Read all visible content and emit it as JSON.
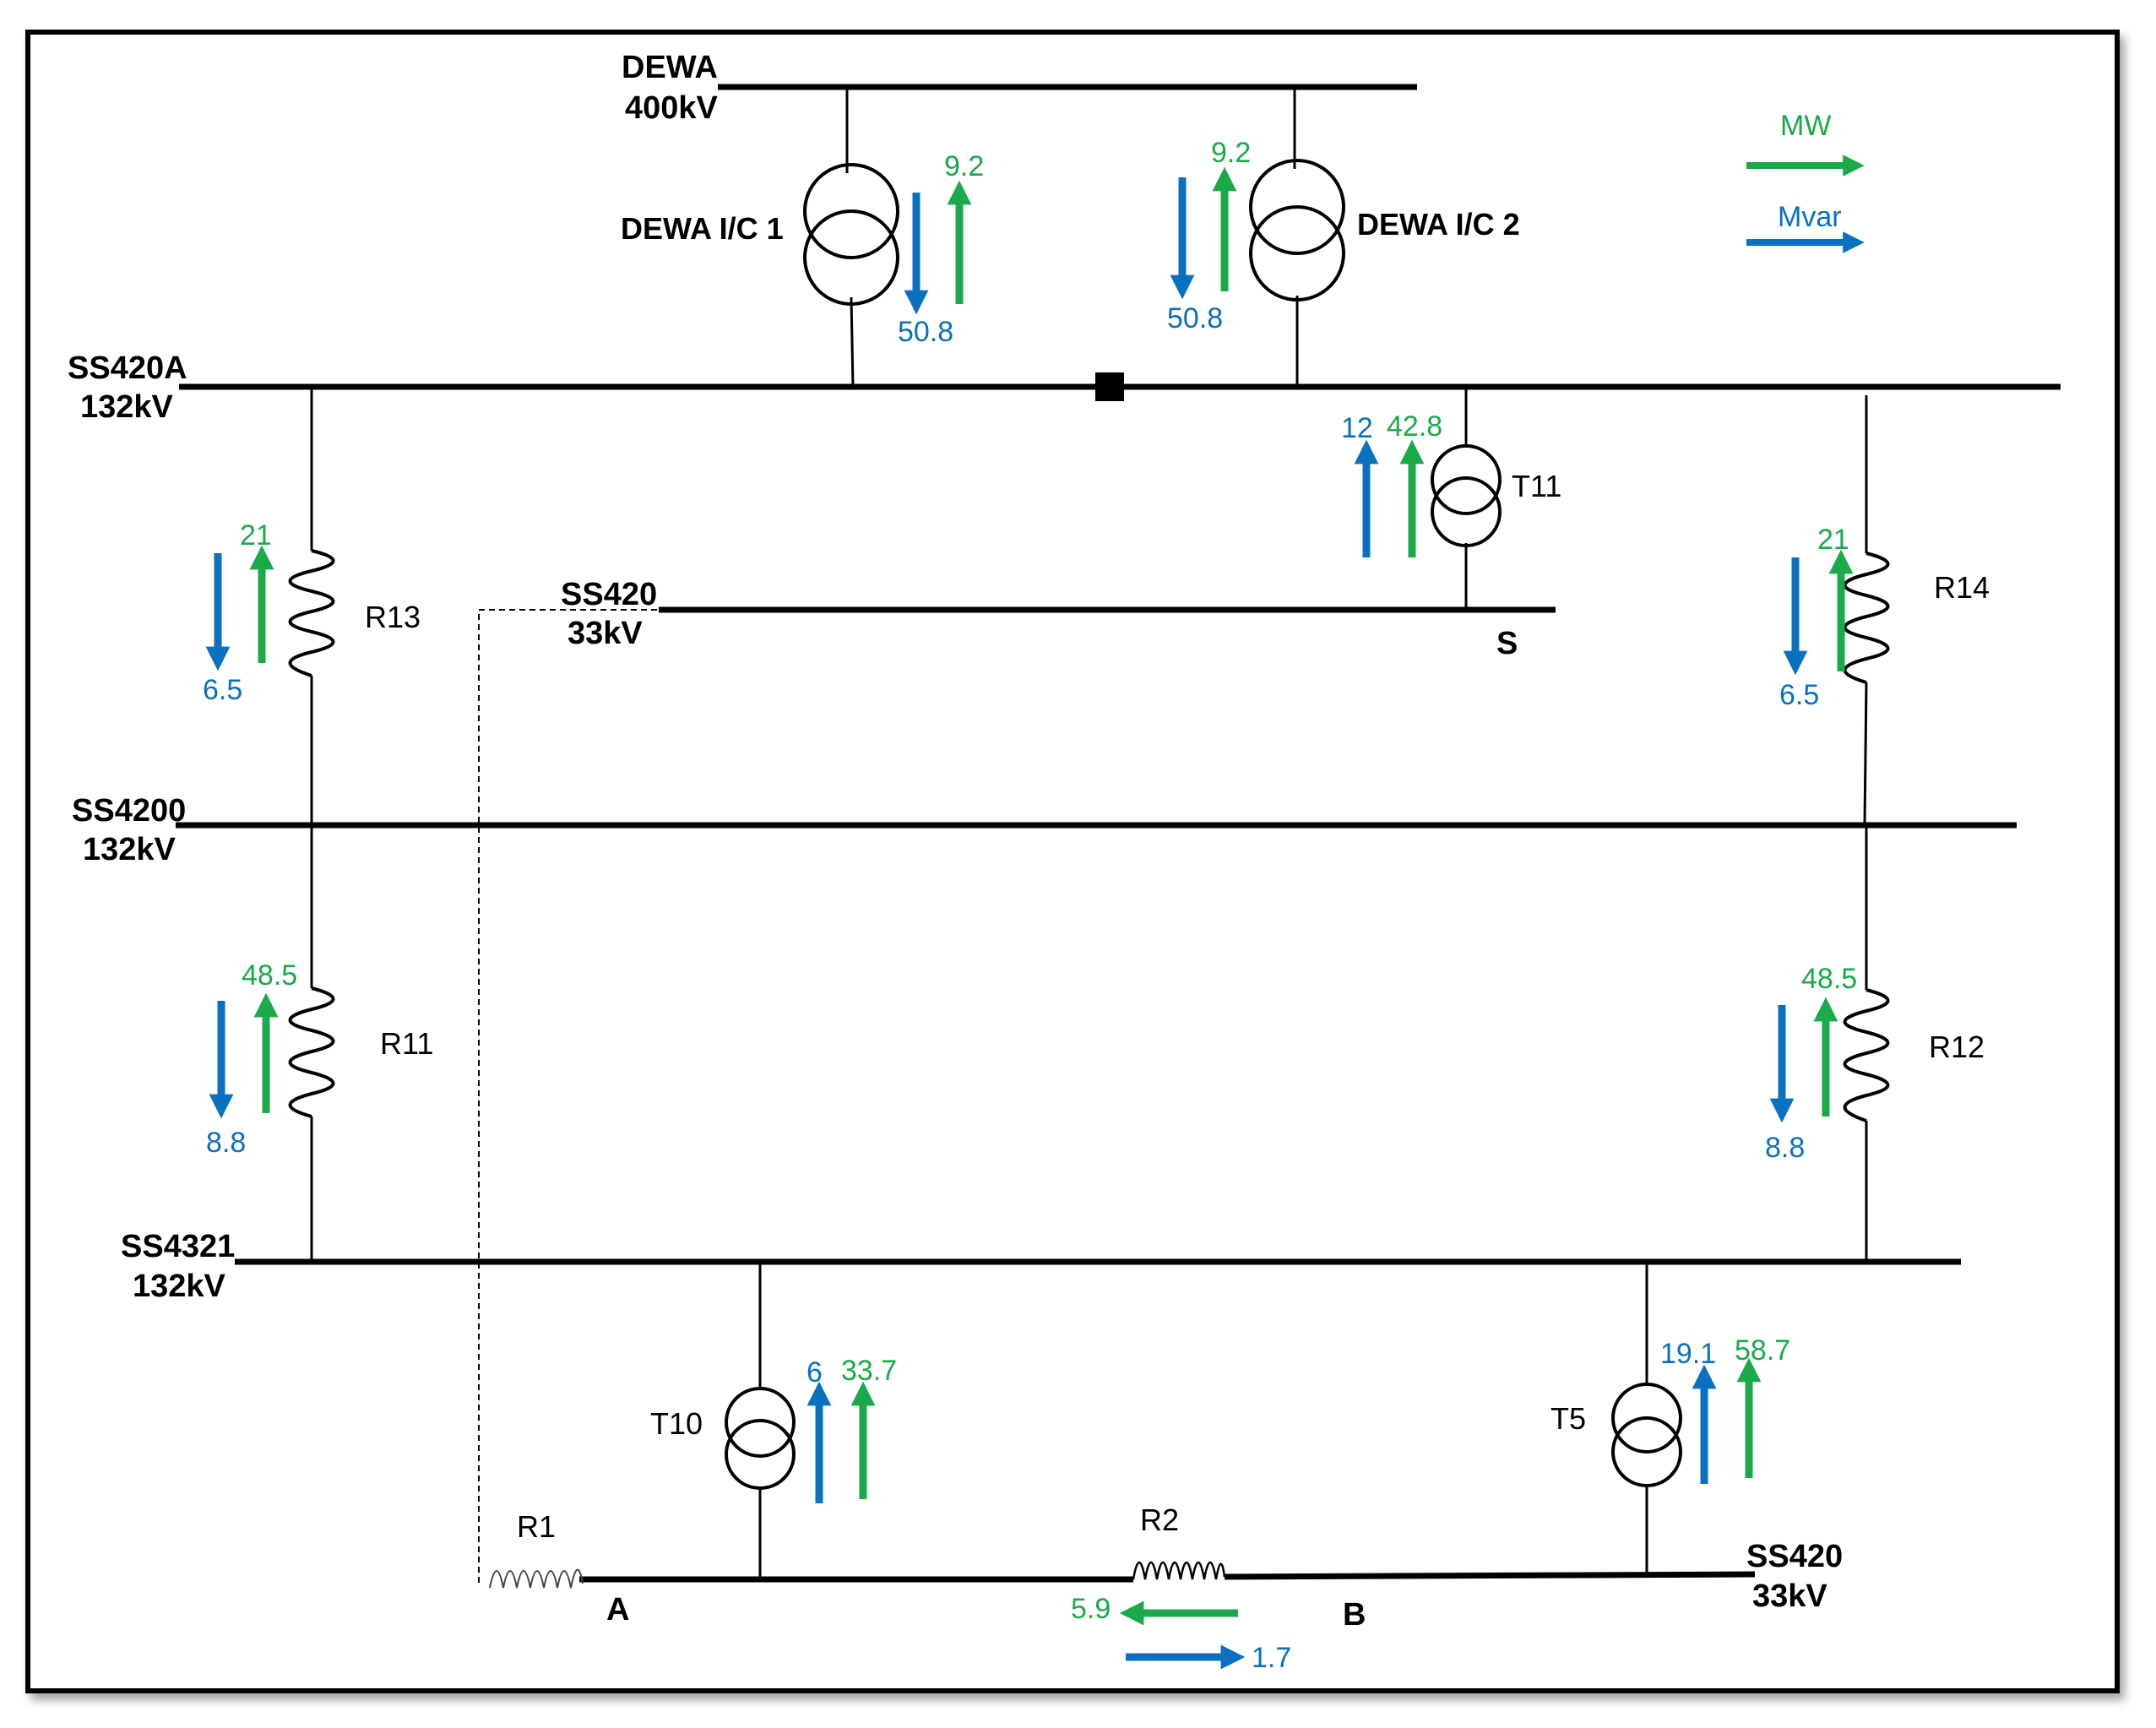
{
  "colors": {
    "mw": "#1aaa4a",
    "mvar": "#0a70c0",
    "line": "#000000"
  },
  "legend": {
    "mw_label": "MW",
    "mvar_label": "Mvar"
  },
  "buses": {
    "dewa_400": {
      "name": "DEWA",
      "voltage": "400kV"
    },
    "ss420a_132": {
      "name": "SS420A",
      "voltage": "132kV"
    },
    "ss420_33_top": {
      "name": "SS420",
      "voltage": "33kV"
    },
    "ss4200_132": {
      "name": "SS4200",
      "voltage": "132kV"
    },
    "ss4321_132": {
      "name": "SS4321",
      "voltage": "132kV"
    },
    "ss420_33_bottom": {
      "name": "SS420",
      "voltage": "33kV"
    }
  },
  "nodes": {
    "s": "S",
    "a": "A",
    "b": "B"
  },
  "devices": {
    "dewa_ic1": {
      "label": "DEWA I/C 1",
      "mw": "9.2",
      "mvar": "50.8"
    },
    "dewa_ic2": {
      "label": "DEWA I/C 2",
      "mw": "9.2",
      "mvar": "50.8"
    },
    "t11": {
      "label": "T11",
      "mw": "42.8",
      "mvar": "12"
    },
    "r13": {
      "label": "R13",
      "mw": "21",
      "mvar": "6.5"
    },
    "r14": {
      "label": "R14",
      "mw": "21",
      "mvar": "6.5"
    },
    "r11": {
      "label": "R11",
      "mw": "48.5",
      "mvar": "8.8"
    },
    "r12": {
      "label": "R12",
      "mw": "48.5",
      "mvar": "8.8"
    },
    "t10": {
      "label": "T10",
      "mw": "33.7",
      "mvar": "6"
    },
    "t5": {
      "label": "T5",
      "mw": "58.7",
      "mvar": "19.1"
    },
    "r1": {
      "label": "R1"
    },
    "r2": {
      "label": "R2",
      "mw": "5.9",
      "mvar": "1.7"
    }
  }
}
